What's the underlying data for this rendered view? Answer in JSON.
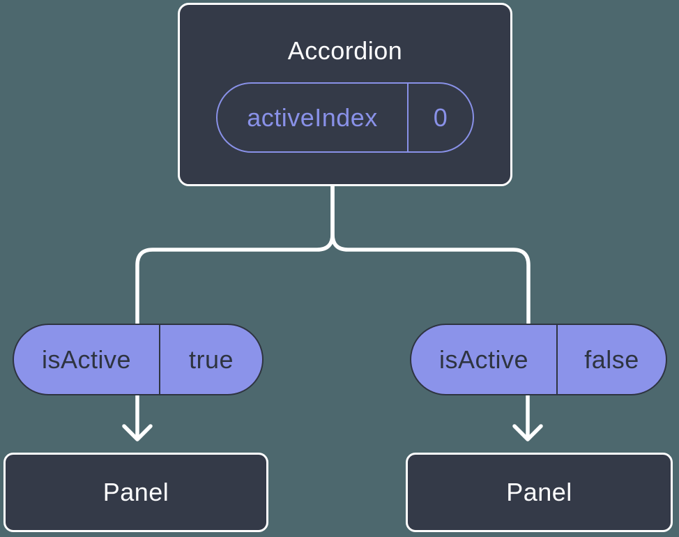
{
  "diagram": {
    "root": {
      "title": "Accordion",
      "prop": {
        "name": "activeIndex",
        "value": "0"
      }
    },
    "branches": [
      {
        "prop": {
          "name": "isActive",
          "value": "true"
        },
        "child": {
          "title": "Panel"
        }
      },
      {
        "prop": {
          "name": "isActive",
          "value": "false"
        },
        "child": {
          "title": "Panel"
        }
      }
    ],
    "colors": {
      "background": "#4d686e",
      "node_fill": "#343a48",
      "node_border": "#ffffff",
      "pill_fill": "#8b93ea",
      "accent_purple": "#8991e8",
      "dark_text": "#2e3440",
      "light_text": "#fdfdfe",
      "connector": "#ffffff"
    }
  }
}
